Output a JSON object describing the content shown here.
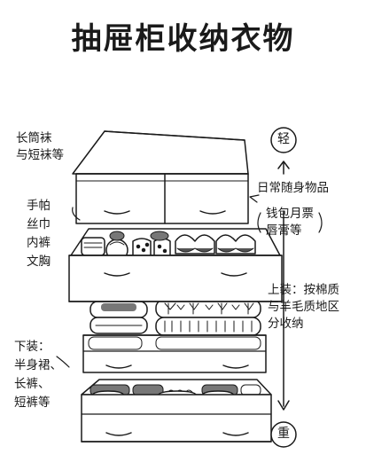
{
  "title": "抽屉柜收纳衣物",
  "scale": {
    "top": "轻",
    "bottom": "重"
  },
  "labels": {
    "socks": [
      "长筒袜",
      "与短袜等"
    ],
    "small_items": [
      "手帕",
      "丝巾",
      "内裤",
      "文胸"
    ],
    "daily_items": "日常随身物品",
    "daily_examples": [
      "钱包月票",
      "唇膏等"
    ],
    "tops": [
      "上装：按棉质",
      "与羊毛质地区",
      "分收纳"
    ],
    "bottoms": [
      "下装：",
      "半身裙、",
      "长裤、",
      "短裤等"
    ]
  },
  "colors": {
    "ink": "#1a1a1a",
    "paper": "#ffffff",
    "shade": "#666666"
  }
}
